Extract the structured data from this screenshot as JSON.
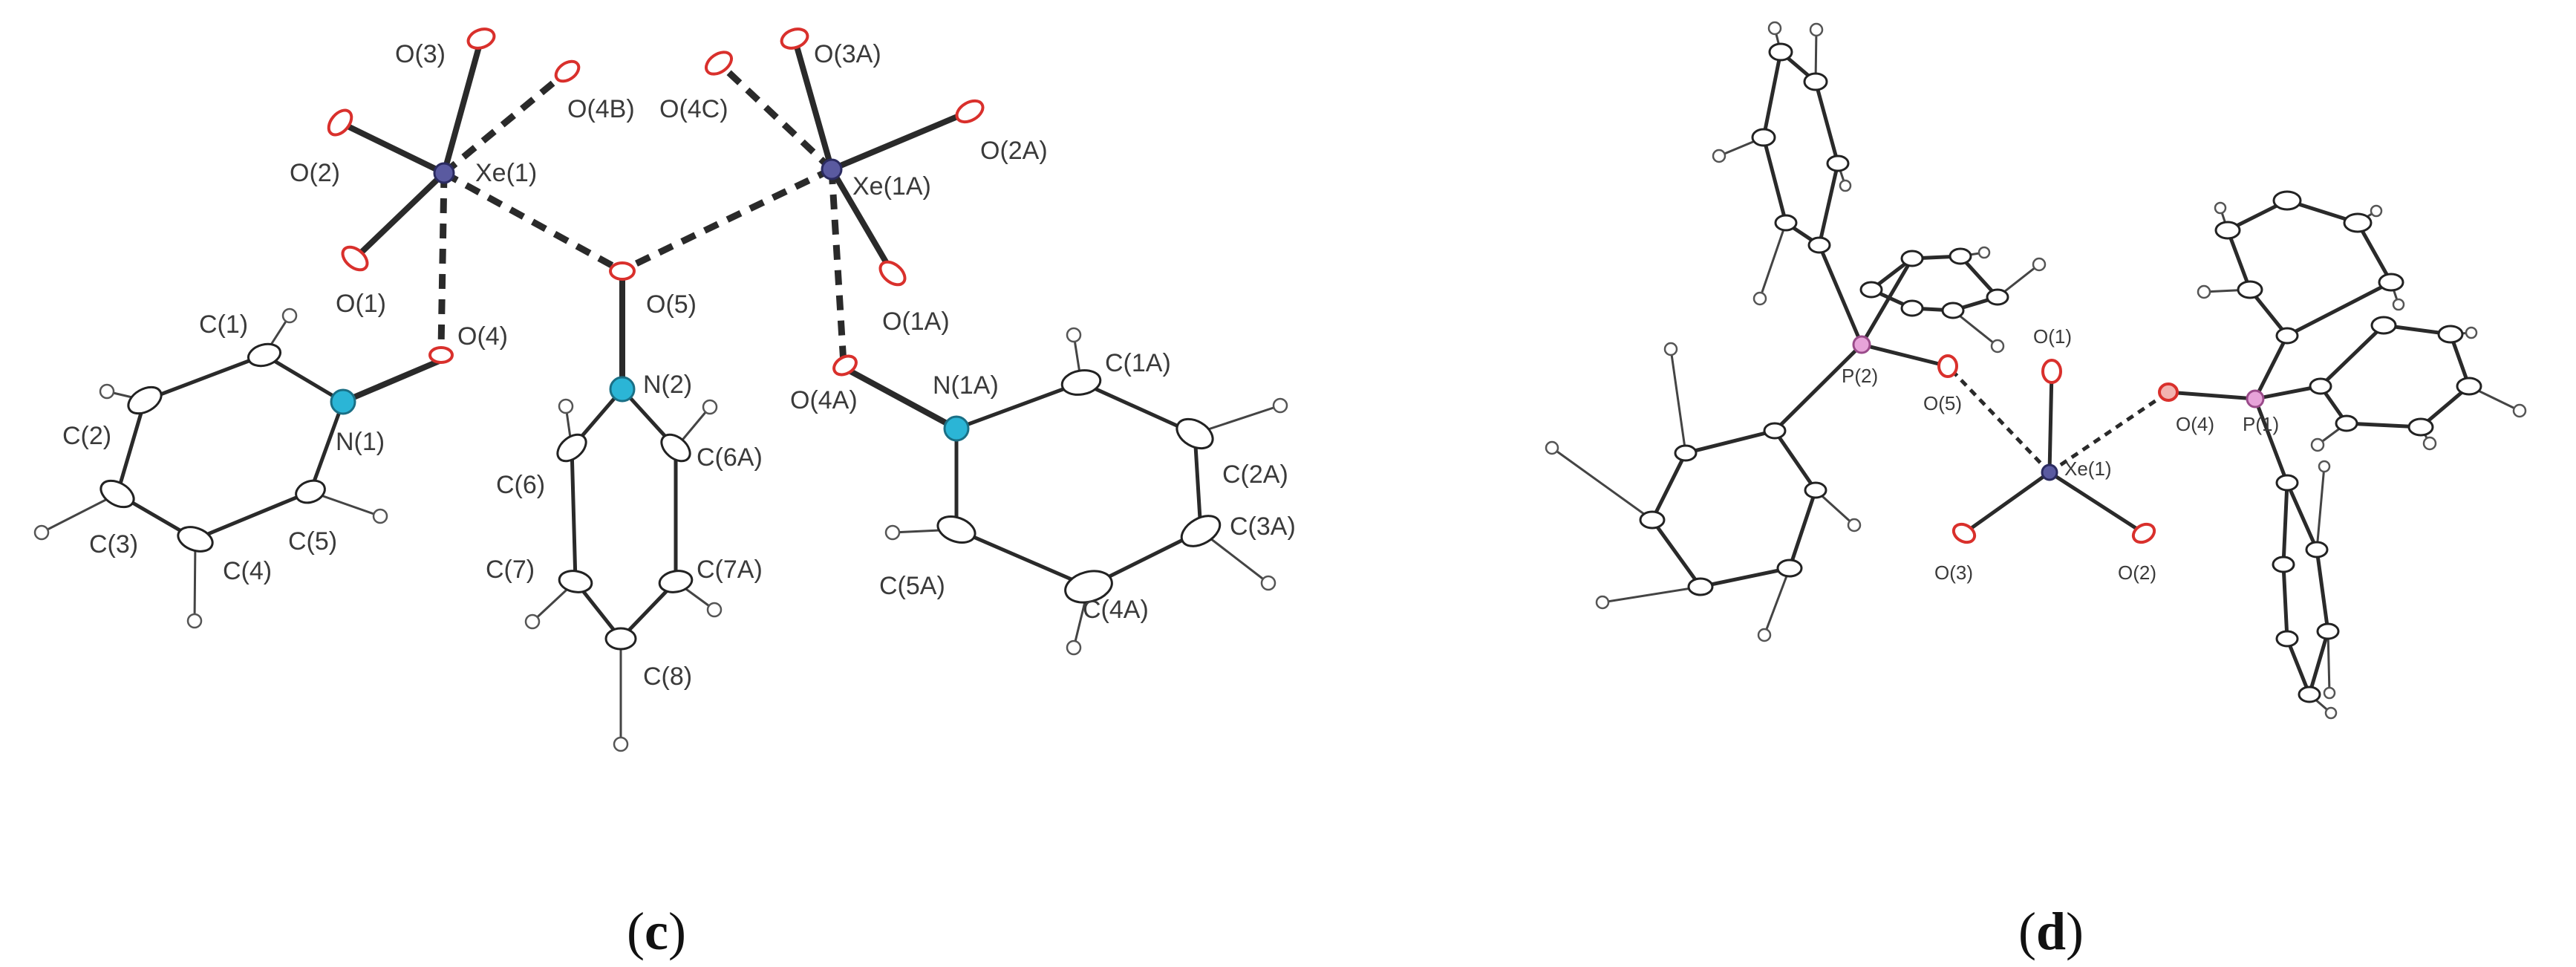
{
  "panels": [
    {
      "caption_open": "(",
      "caption_letter": "c",
      "caption_close": ")",
      "labels": {
        "O3": "O(3)",
        "O4B": "O(4B)",
        "O2": "O(2)",
        "Xe1": "Xe(1)",
        "O1": "O(1)",
        "O4": "O(4)",
        "O5": "O(5)",
        "C1": "C(1)",
        "C2": "C(2)",
        "N1": "N(1)",
        "C3": "C(3)",
        "C4": "C(4)",
        "C5": "C(5)",
        "N2": "N(2)",
        "C6": "C(6)",
        "C6A": "C(6A)",
        "C7": "C(7)",
        "C7A": "C(7A)",
        "C8": "C(8)",
        "O4C": "O(4C)",
        "O3A": "O(3A)",
        "O2A": "O(2A)",
        "Xe1A": "Xe(1A)",
        "O1A": "O(1A)",
        "O4A": "O(4A)",
        "N1A": "N(1A)",
        "C1A": "C(1A)",
        "C2A": "C(2A)",
        "C3A": "C(3A)",
        "C5A": "C(5A)",
        "C4A": "C(4A)"
      }
    },
    {
      "caption_open": "(",
      "caption_letter": "d",
      "caption_close": ")",
      "labels": {
        "O1": "O(1)",
        "P2": "P(2)",
        "O5": "O(5)",
        "O4": "O(4)",
        "P1": "P(1)",
        "Xe1": "Xe(1)",
        "O3": "O(3)",
        "O2": "O(2)"
      }
    }
  ],
  "colors": {
    "oxygen": "#d9302c",
    "nitrogen": "#2bb5d6",
    "xenon": "#5a5aa0",
    "phosphorus": "#e7a3d9",
    "carbon": "#ffffff"
  }
}
